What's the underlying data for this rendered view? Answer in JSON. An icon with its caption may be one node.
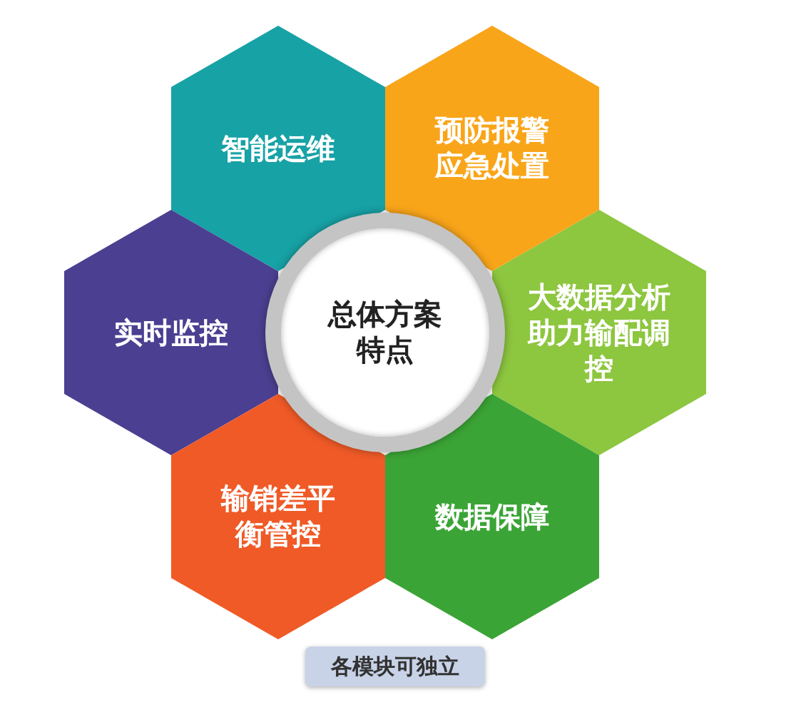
{
  "diagram": {
    "nodes": [
      {
        "text": [
          "智能运维"
        ]
      },
      {
        "text": [
          "预防报警应急处置"
        ]
      },
      {
        "text": [
          "实时监控"
        ]
      },
      {
        "text": [
          "总体方案特点"
        ]
      },
      {
        "text": [
          "大数据分析助力输配调控"
        ]
      },
      {
        "text": [
          "输销差平衡管控"
        ]
      },
      {
        "text": [
          "数据保障"
        ]
      },
      {
        "text": [
          "各模块可独立"
        ]
      }
    ]
  }
}
